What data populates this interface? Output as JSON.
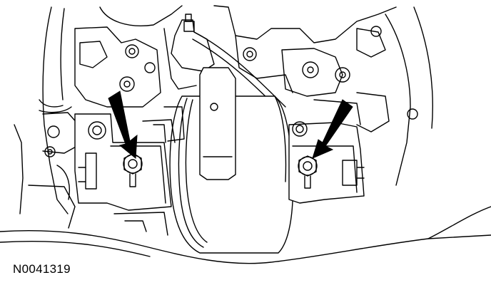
{
  "figure": {
    "id_label": "N0041319",
    "ink_color": "#000000",
    "paper_color": "#ffffff"
  },
  "callouts": [
    {
      "name": "left-arrow",
      "points_to": "left-mount-bolt"
    },
    {
      "name": "right-arrow",
      "points_to": "right-mount-bolt"
    }
  ]
}
